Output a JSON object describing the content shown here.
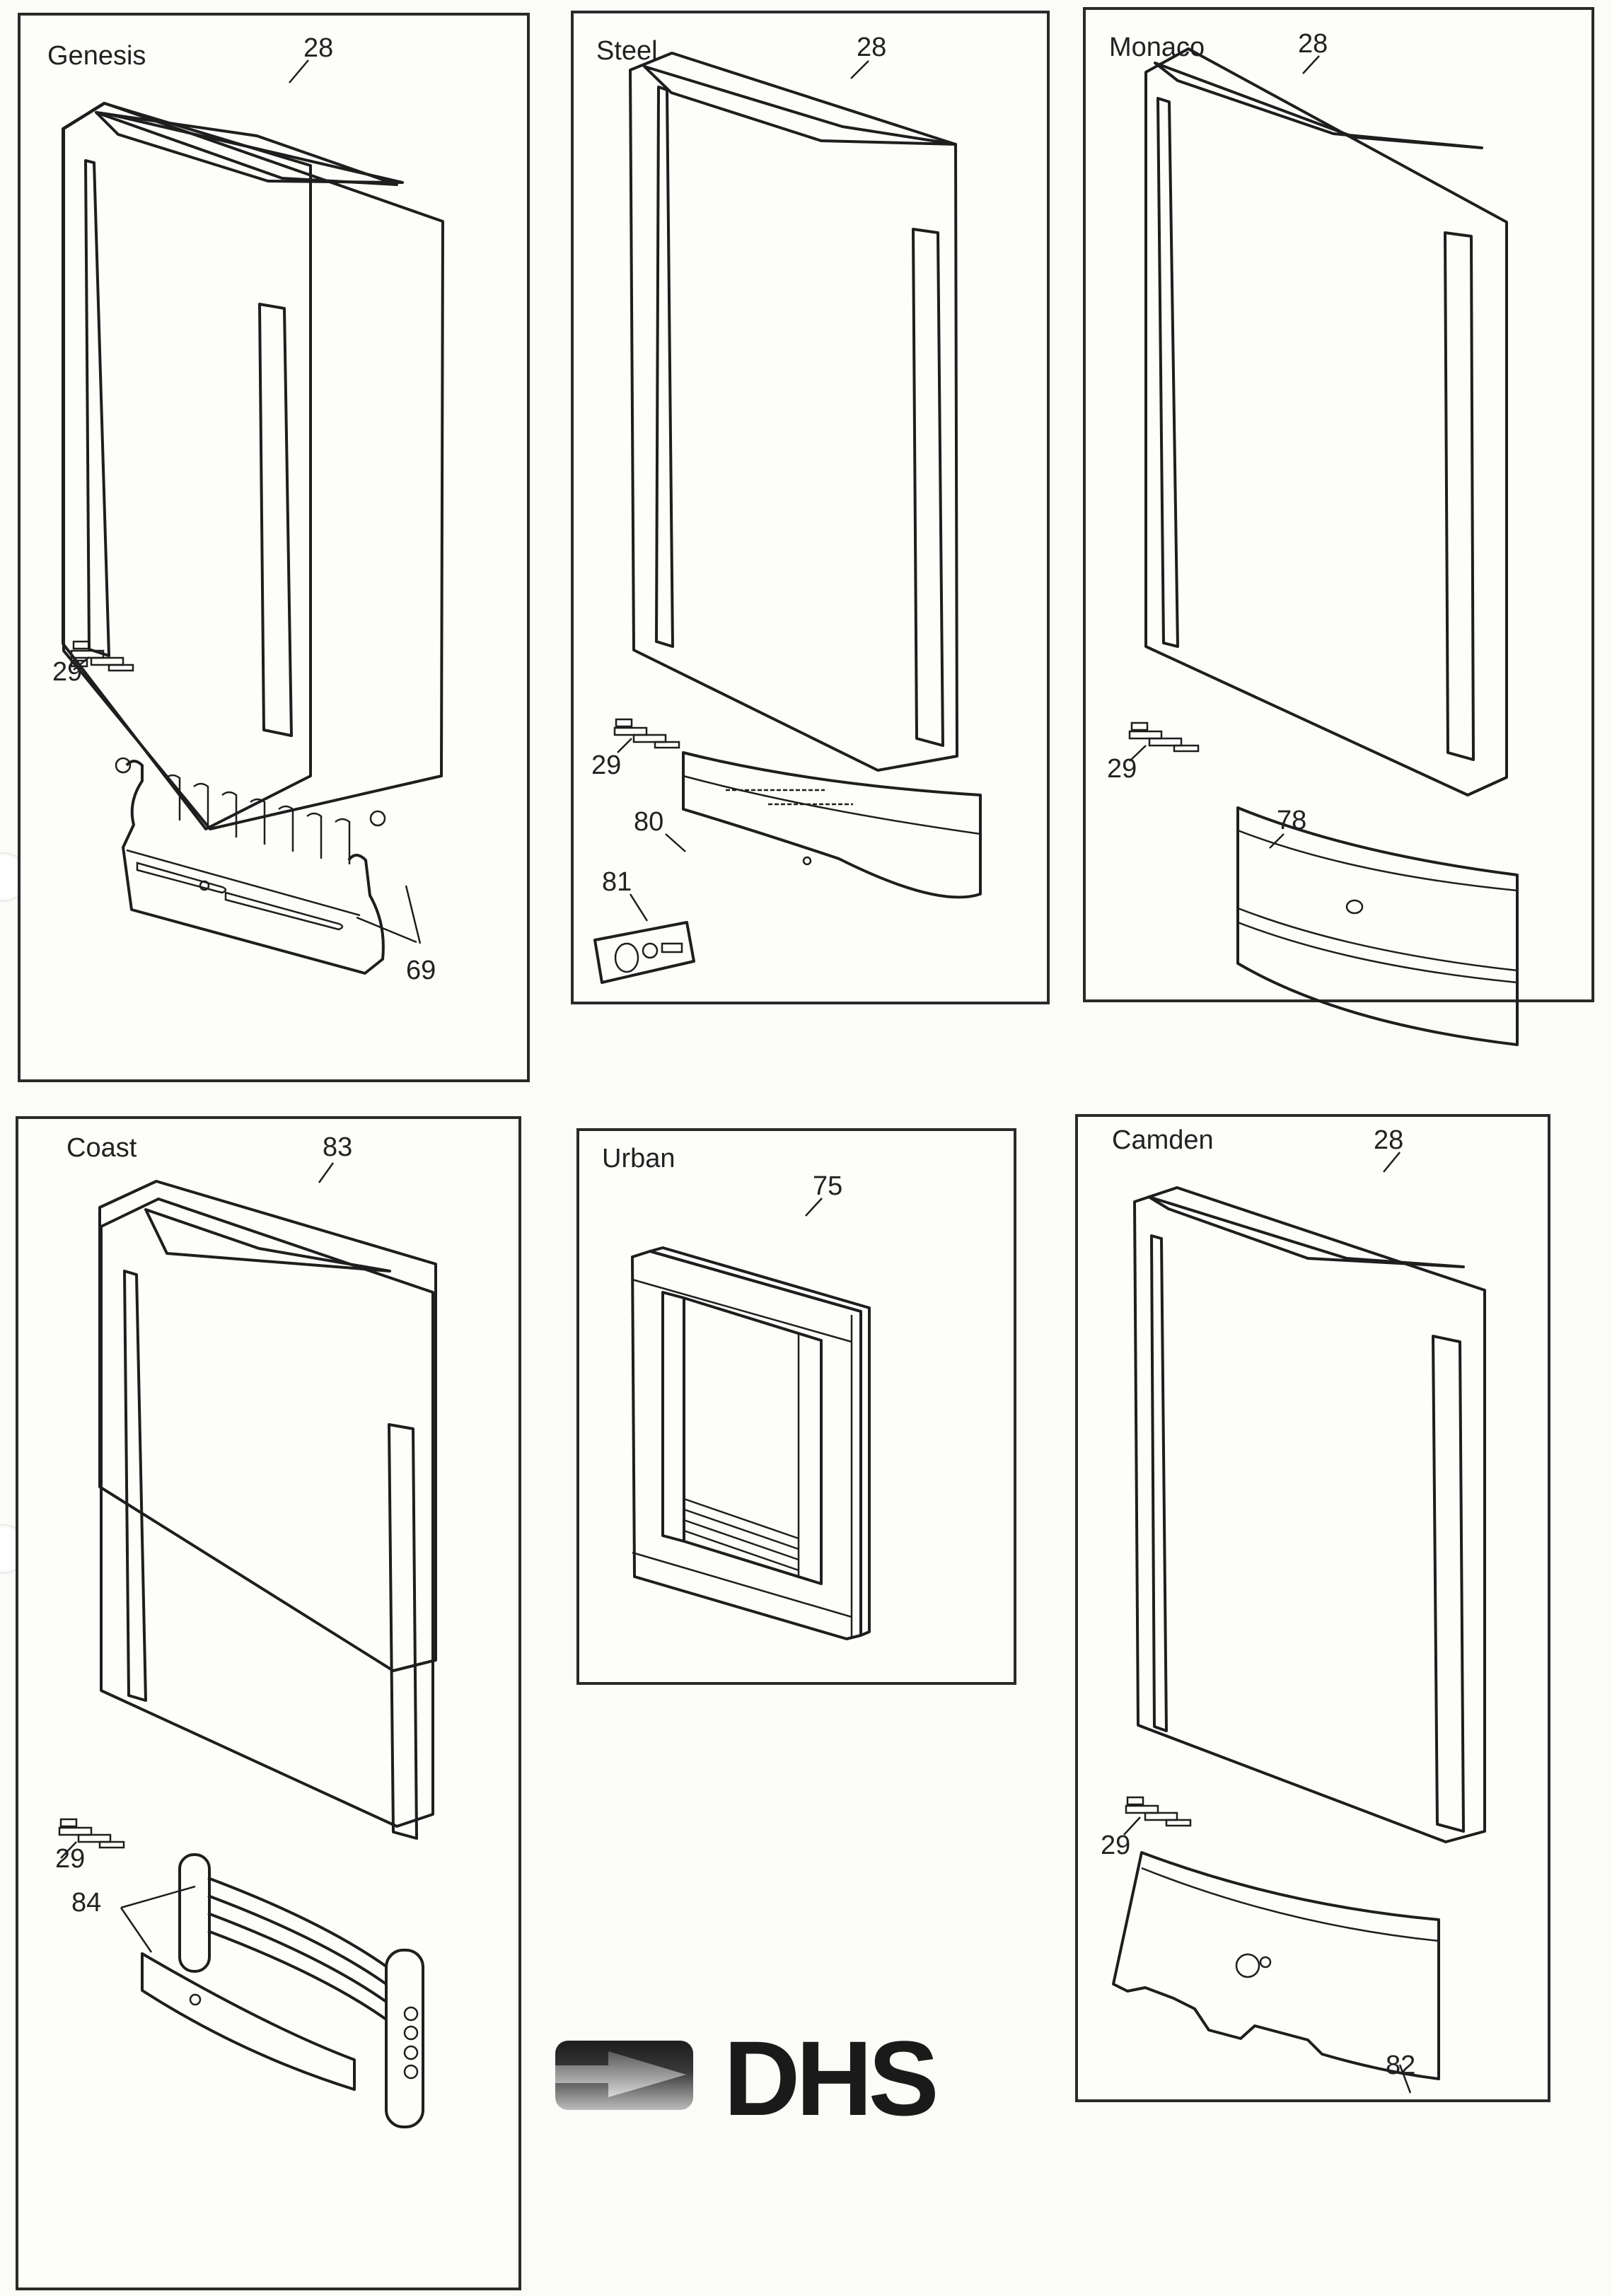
{
  "document": "Fire frame / fret spare parts diagram",
  "panels": [
    {
      "id": "genesis",
      "title": "Genesis",
      "labels": {
        "frame": "28",
        "clips": "29",
        "fret": "69"
      }
    },
    {
      "id": "steel",
      "title": "Steel",
      "labels": {
        "frame": "28",
        "clips": "29",
        "fascia": "80",
        "knob_kit": "81"
      }
    },
    {
      "id": "monaco",
      "title": "Monaco",
      "labels": {
        "frame": "28",
        "clips": "29",
        "fascia": "78"
      }
    },
    {
      "id": "coast",
      "title": "Coast",
      "labels": {
        "frame": "83",
        "clips": "29",
        "fret": "84"
      }
    },
    {
      "id": "urban",
      "title": "Urban",
      "labels": {
        "frame": "75"
      }
    },
    {
      "id": "camden",
      "title": "Camden",
      "labels": {
        "frame": "28",
        "clips": "29",
        "fascia": "82"
      }
    }
  ],
  "logo": {
    "text": "DHS",
    "icon": "arrow-right-icon"
  }
}
